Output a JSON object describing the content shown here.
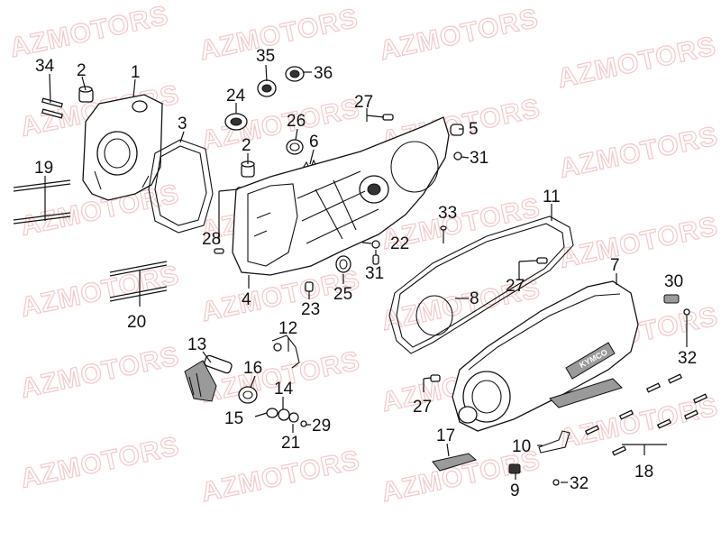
{
  "watermark": "AZMOTORS",
  "brand_badge": "KYMCO",
  "callouts": [
    {
      "id": "c34",
      "text": "34"
    },
    {
      "id": "c2a",
      "text": "2"
    },
    {
      "id": "c1",
      "text": "1"
    },
    {
      "id": "c3",
      "text": "3"
    },
    {
      "id": "c19",
      "text": "19"
    },
    {
      "id": "c35",
      "text": "35"
    },
    {
      "id": "c36",
      "text": "36"
    },
    {
      "id": "c24",
      "text": "24"
    },
    {
      "id": "c27a",
      "text": "27"
    },
    {
      "id": "c26",
      "text": "26"
    },
    {
      "id": "c6",
      "text": "6"
    },
    {
      "id": "c2b",
      "text": "2"
    },
    {
      "id": "c5",
      "text": "5"
    },
    {
      "id": "c31a",
      "text": "31"
    },
    {
      "id": "c28",
      "text": "28"
    },
    {
      "id": "c11",
      "text": "11"
    },
    {
      "id": "c33",
      "text": "33"
    },
    {
      "id": "c22",
      "text": "22"
    },
    {
      "id": "c31b",
      "text": "31"
    },
    {
      "id": "c20",
      "text": "20"
    },
    {
      "id": "c4",
      "text": "4"
    },
    {
      "id": "c25",
      "text": "25"
    },
    {
      "id": "c23",
      "text": "23"
    },
    {
      "id": "c7",
      "text": "7"
    },
    {
      "id": "c27b",
      "text": "27"
    },
    {
      "id": "c8",
      "text": "8"
    },
    {
      "id": "c30",
      "text": "30"
    },
    {
      "id": "c32a",
      "text": "32"
    },
    {
      "id": "c12",
      "text": "12"
    },
    {
      "id": "c13",
      "text": "13"
    },
    {
      "id": "c16",
      "text": "16"
    },
    {
      "id": "c14",
      "text": "14"
    },
    {
      "id": "c15",
      "text": "15"
    },
    {
      "id": "c29",
      "text": "29"
    },
    {
      "id": "c21",
      "text": "21"
    },
    {
      "id": "c27c",
      "text": "27"
    },
    {
      "id": "c17",
      "text": "17"
    },
    {
      "id": "c10",
      "text": "10"
    },
    {
      "id": "c18",
      "text": "18"
    },
    {
      "id": "c9",
      "text": "9"
    },
    {
      "id": "c32b",
      "text": "32"
    }
  ]
}
